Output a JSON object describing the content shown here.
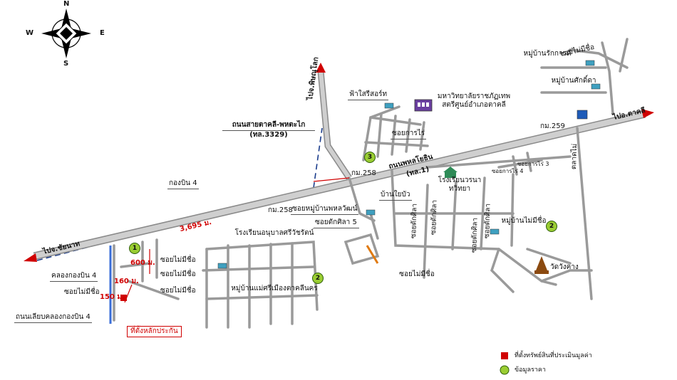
{
  "compass": {
    "n": "N",
    "s": "S",
    "e": "E",
    "w": "W"
  },
  "colors": {
    "road": "#c8c8c8",
    "road_edge": "#8a8a8a",
    "marker": "#d00000",
    "badge": "#9acd32",
    "boundary": "#1a3c8c"
  },
  "roads": {
    "main_highway": "ถนนพหลโยธิน",
    "main_highway_code": "(ทล.1)",
    "road_3329": "ถนนสายตาคลี-พหตะไก",
    "road_3329_code": "(ทล.3329)",
    "to_phitsanulok": "ไปจ.พิษณุโลก",
    "to_chai_nat": "ไปจ.ชัยนาท",
    "to_tak": "ไปอ.ตาคลี",
    "km_259": "กม.259",
    "km_258_top": "กม.258",
    "km_258_mid": "กม.258",
    "canal_road": "ถนนเลียบคลองกองบิน 4",
    "canal": "คลองกองบิน 4",
    "air_wing": "กองบิน 4"
  },
  "labels": {
    "fai_dee": "ฟ้าใสรีสอร์ท",
    "university": "มหาวิทยาลัยราชภัฏเทพสตรีศูนย์อำเภอตาคลี",
    "soi_kanrai": "ซอยการไร่",
    "school_wara": "โรงเรียนวรนาทวิทยา",
    "ban_bua": "บ้านใยบัว",
    "soi_rong_kan": "ซอยหมู่บ้านพหลวัฒน์",
    "soi_5": "ซอยตักศิลา 5",
    "school_ab": "โรงเรียนอนุบาลศรีวัชรัตน์",
    "village_sri": "หมู่บ้านแม่ศรีเมืองตาคลีนคร",
    "soi_no_name_1": "ซอยไม่มีชื่อ",
    "soi_no_name_2": "ซอยไม่มีชื่อ",
    "soi_no_name_3": "ซอยไม่มีชื่อ",
    "soi_no_name_4": "ซอยไม่มีชื่อ",
    "soi_no_name_5": "ซอยไม่มีชื่อ",
    "soi_no_name_top": "ซอยไม่มีชื่อ",
    "village_no_name": "หมู่บ้านไม่มีชื่อ",
    "wat": "วัดวังคาง",
    "village_rak": "หมู่บ้านรักการดี",
    "village_sakdi": "หมู่บ้านศักดิ์ดา",
    "soi_taksila_a": "ซอยตักศิลา",
    "soi_taksila_b": "ซอยตักศิลา",
    "soi_taksila_c": "ซอยตักศิลา",
    "soi_taksila_d": "ซอยตักศิลา",
    "soi_kanrai_3": "ซอยการไร่ 3",
    "soi_kanrai_4": "ซอยการไร่ 4",
    "talad": "ตลาดไม่",
    "dist_3695": "3,695 ม.",
    "dist_600": "600 ม.",
    "dist_160": "160 ม.",
    "dist_150": "150 ม.",
    "collateral": "ที่ตั้งหลักประกัน"
  },
  "badges": {
    "b1": "1",
    "b2a": "2",
    "b2b": "2",
    "b3": "3"
  },
  "legend": {
    "red_item": "ที่ตั้งทรัพย์สินที่ประเมินมูลค่า",
    "green_item": "ข้อมูลราคา"
  }
}
